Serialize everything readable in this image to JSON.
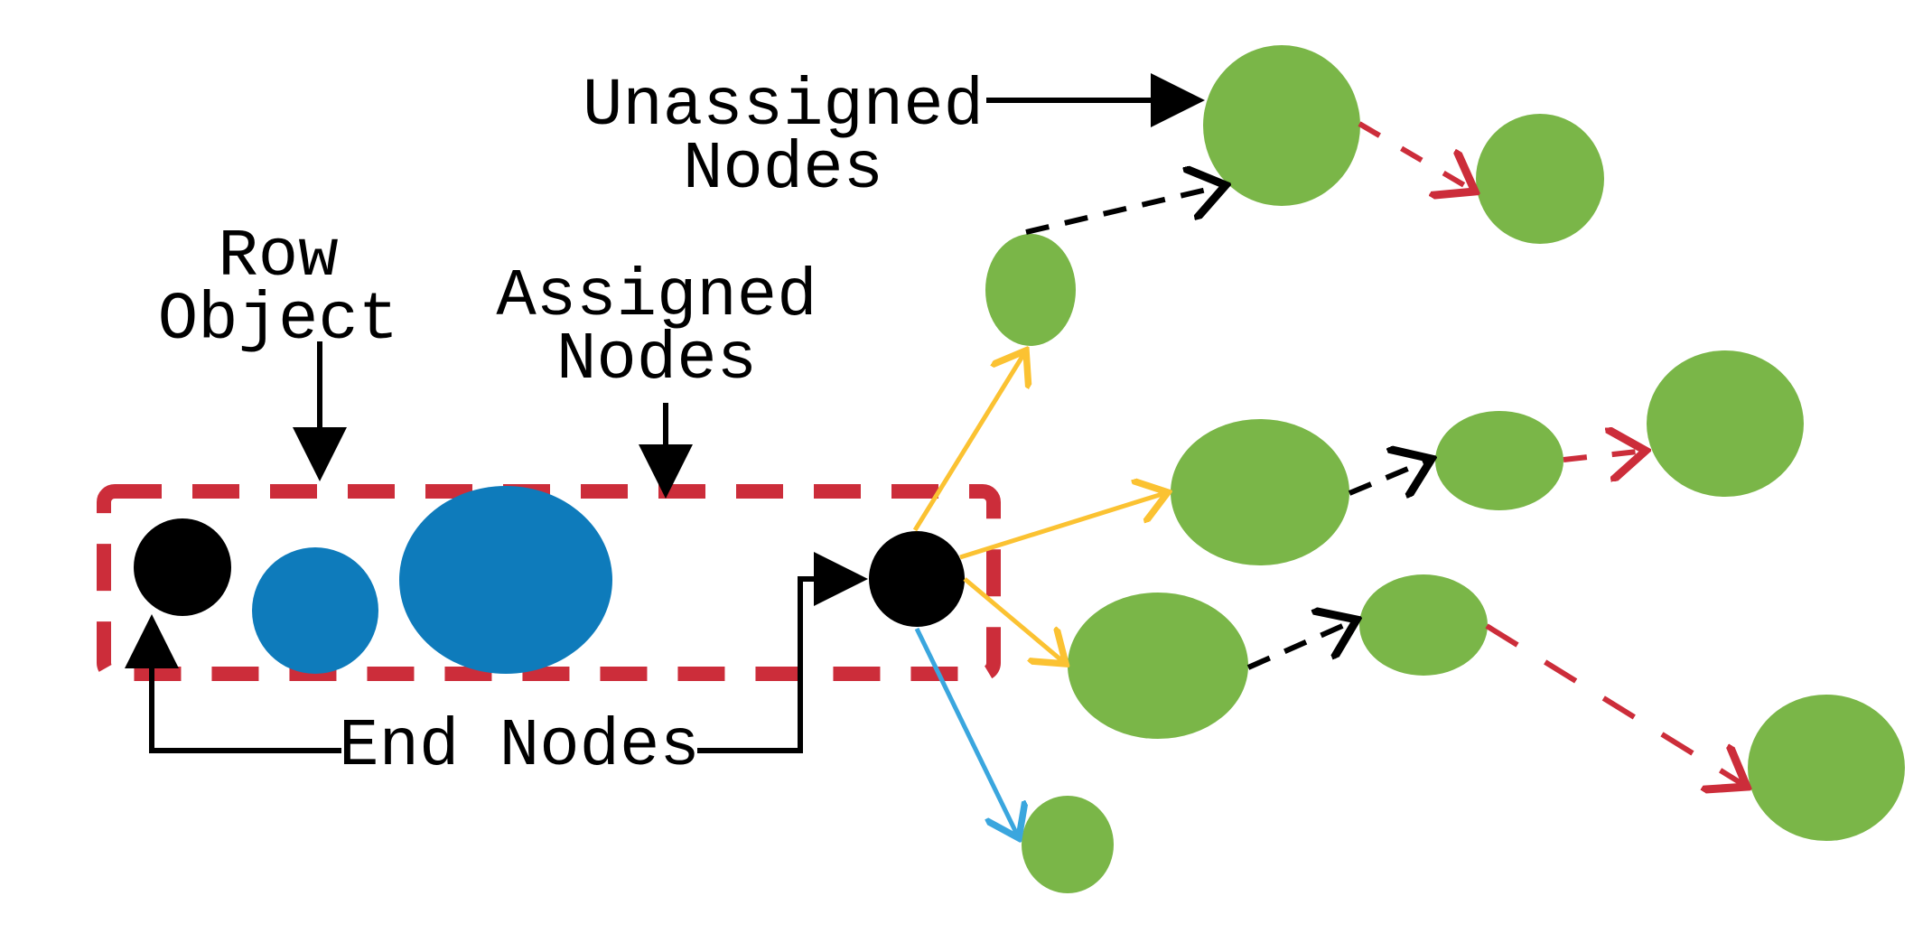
{
  "labels": {
    "unassigned_line1": "Unassigned",
    "unassigned_line2": "Nodes",
    "row_object_line1": "Row",
    "row_object_line2": "Object",
    "assigned_line1": "Assigned",
    "assigned_line2": "Nodes",
    "end_nodes": "End Nodes"
  },
  "colors": {
    "row_box": "#cc2d3a",
    "end_node": "#000000",
    "assigned_node": "#0e7bbb",
    "unassigned_node": "#7ab648",
    "yellow_edge": "#fbc232",
    "blue_edge": "#3aa6de",
    "dashed_black_edge": "#000000",
    "dashed_red_edge": "#cc2d3a"
  }
}
